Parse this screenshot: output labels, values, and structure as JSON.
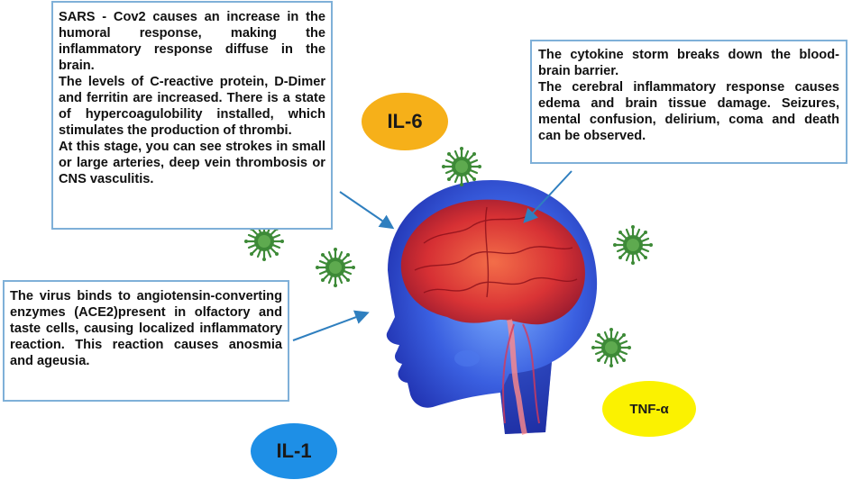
{
  "boxes": {
    "left": {
      "paragraphs": [
        "SARS - Cov2 causes an increase in the humoral response, making the inflammatory response diffuse in the brain.",
        " The levels of C-reactive protein, D-Dimer and ferritin are increased. There is a state of hypercoagulobility installed, which stimulates the production of thrombi.",
        "At this stage, you can see strokes in small or large arteries, deep vein thrombosis or CNS vasculitis."
      ]
    },
    "right": {
      "paragraphs": [
        "The cytokine storm breaks down the blood-brain barrier.",
        "The cerebral inflammatory response causes edema and brain tissue damage. Seizures, mental confusion, delirium, coma and death can be observed."
      ]
    },
    "bottom": {
      "paragraphs": [
        "The virus binds to angiotensin-converting enzymes (ACE2)present in olfactory and taste cells, causing localized inflammatory reaction. This reaction causes anosmia and ageusia."
      ]
    }
  },
  "labels": {
    "il6": "IL-6",
    "il1": "IL-1",
    "tnf": "TNF-α"
  },
  "colors": {
    "box_border": "#7fb0d8",
    "arrow": "#2f7fbf",
    "il6": "#f6b019",
    "il1": "#1e8fe6",
    "tnf": "#fbf200",
    "virus": "#3d8a37",
    "head": "#2a49c8",
    "brain": "#e0302a"
  }
}
